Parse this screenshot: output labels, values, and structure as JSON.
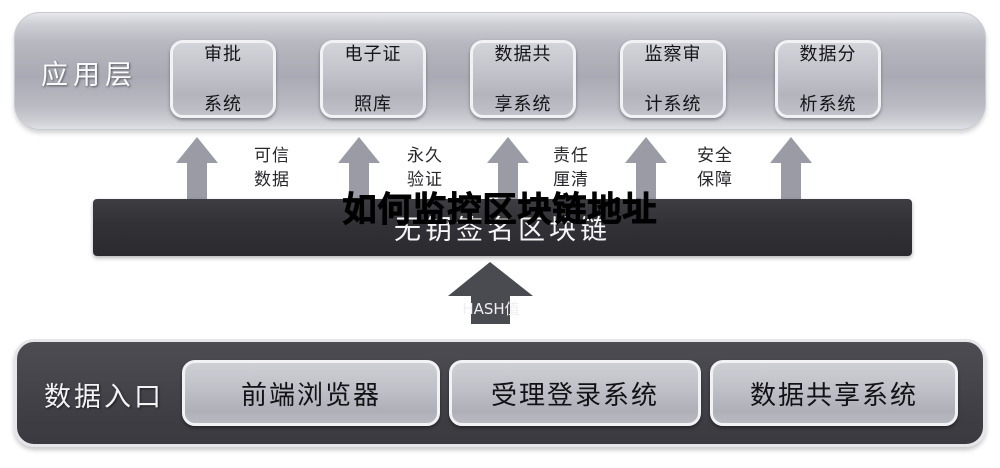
{
  "overlay": {
    "title": "如何监控区块链地址"
  },
  "application_layer": {
    "label": "应用层",
    "boxes": [
      {
        "line1": "审批",
        "line2": "系统"
      },
      {
        "line1": "电子证",
        "line2": "照库"
      },
      {
        "line1": "数据共",
        "line2": "享系统"
      },
      {
        "line1": "监察审",
        "line2": "计系统"
      },
      {
        "line1": "数据分",
        "line2": "析系统"
      }
    ]
  },
  "connectors": {
    "arrow_count": 5,
    "labels": [
      {
        "line1": "可信",
        "line2": "数据"
      },
      {
        "line1": "永久",
        "line2": "验证"
      },
      {
        "line1": "责任",
        "line2": "厘清"
      },
      {
        "line1": "安全",
        "line2": "保障"
      }
    ]
  },
  "blockchain_bar": {
    "label": "无钥签名区块链"
  },
  "hash_arrow": {
    "label": "HASH值"
  },
  "data_layer": {
    "label": "数据入口",
    "boxes": [
      {
        "label": "前端浏览器"
      },
      {
        "label": "受理登录系统"
      },
      {
        "label": "数据共享系统"
      }
    ]
  },
  "colors": {
    "app_layer_bg": "#b0b1ba",
    "app_box_bg": "#c1c2c9",
    "chain_bar_bg": "#313136",
    "data_layer_bg": "#44444a",
    "data_box_bg": "#bfc0c7",
    "arrow_fill": "#9a9ba5",
    "hash_arrow_fill": "#4a4a51",
    "overlay_title": "#000000"
  }
}
